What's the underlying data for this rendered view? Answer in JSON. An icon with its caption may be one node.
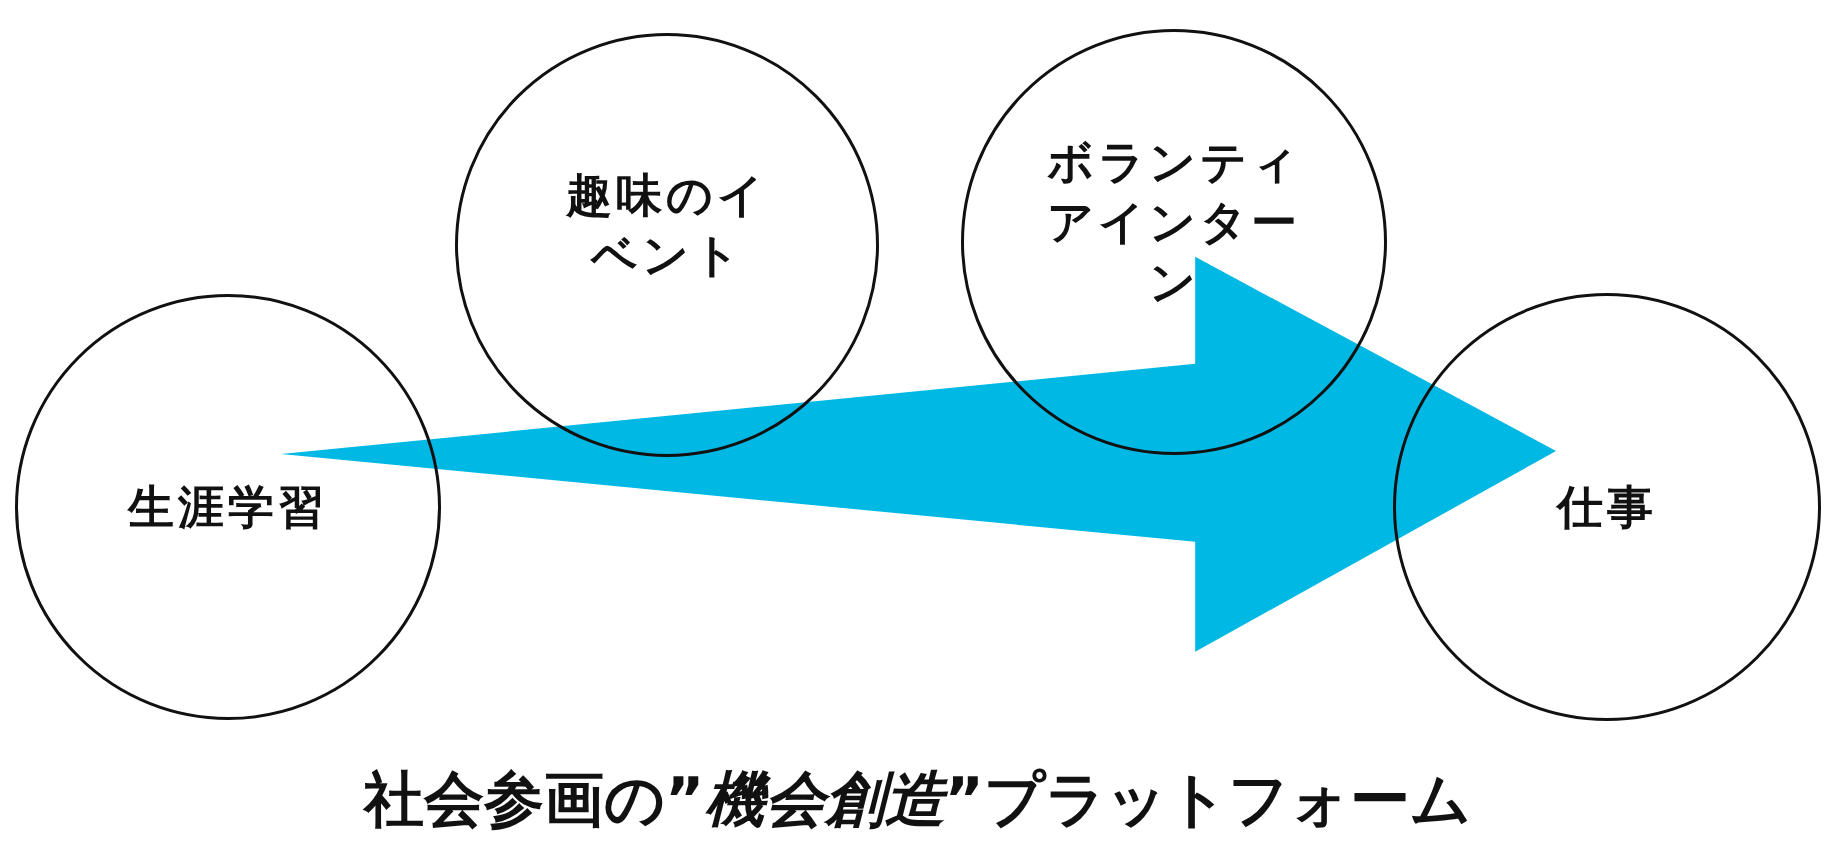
{
  "diagram": {
    "title": "社会参画の”*機会創造*”プラットフォーム",
    "nodes": [
      {
        "text": [
          "生涯学習"
        ]
      },
      {
        "text": [
          "趣味のイベント"
        ]
      },
      {
        "text": [
          "ボランティアインターン"
        ]
      },
      {
        "text": [
          "仕事"
        ]
      }
    ],
    "edges": [
      {
        "from": 0,
        "to": 3,
        "arrow": "to",
        "color": "#00b8e4"
      }
    ]
  }
}
